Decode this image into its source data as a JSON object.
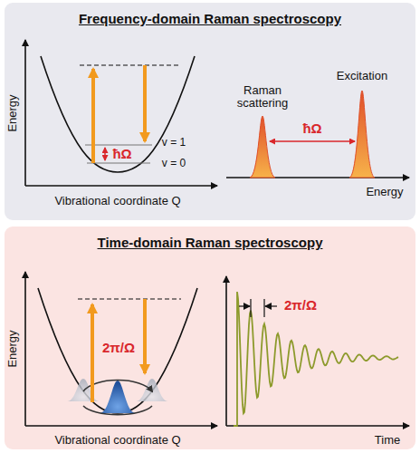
{
  "diagram": {
    "nodes": [
      {
        "text": [
          "Frequency-domain Raman spectroscopy"
        ]
      },
      {
        "text": [
          "Time-domain Raman spectroscopy"
        ]
      }
    ],
    "labels": [
      "Energy",
      "Vibrational coordinate Q",
      "v = 1",
      "v = 0",
      "ħΩ",
      "Raman scattering",
      "Excitation",
      "ħΩ",
      "Energy",
      "Energy",
      "Vibrational coordinate Q",
      "2π/Ω",
      "2π/Ω",
      "Time"
    ]
  }
}
